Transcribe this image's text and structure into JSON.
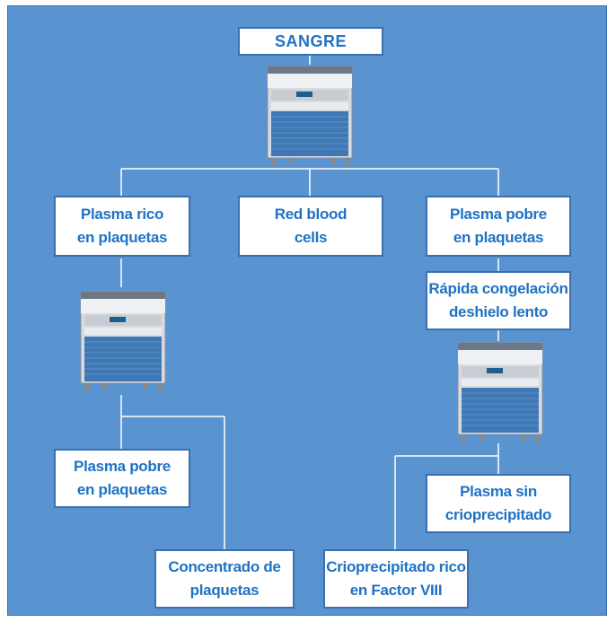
{
  "nodes": {
    "sangre": "SANGRE",
    "plasma_rico": "Plasma rico\nen plaquetas",
    "red_blood": "Red blood\ncells",
    "plasma_pobre_right": "Plasma pobre\nen plaquetas",
    "rapida": "Rápida congelación\ndeshielo lento",
    "plasma_pobre_left": "Plasma pobre\nen plaquetas",
    "plasma_sin": "Plasma sin\ncrioprecipitado",
    "concentrado": "Concentrado de\nplaquetas",
    "crioprecipitado": "Crioprecipitado rico\nen Factor VIII"
  },
  "icons": [
    "centrifuge-icon",
    "centrifuge-icon",
    "centrifuge-icon"
  ],
  "colors": {
    "background": "#5a94d0",
    "box_text": "#1f72c4",
    "box_border": "#3b6fb0",
    "connector": "#ffffff"
  }
}
